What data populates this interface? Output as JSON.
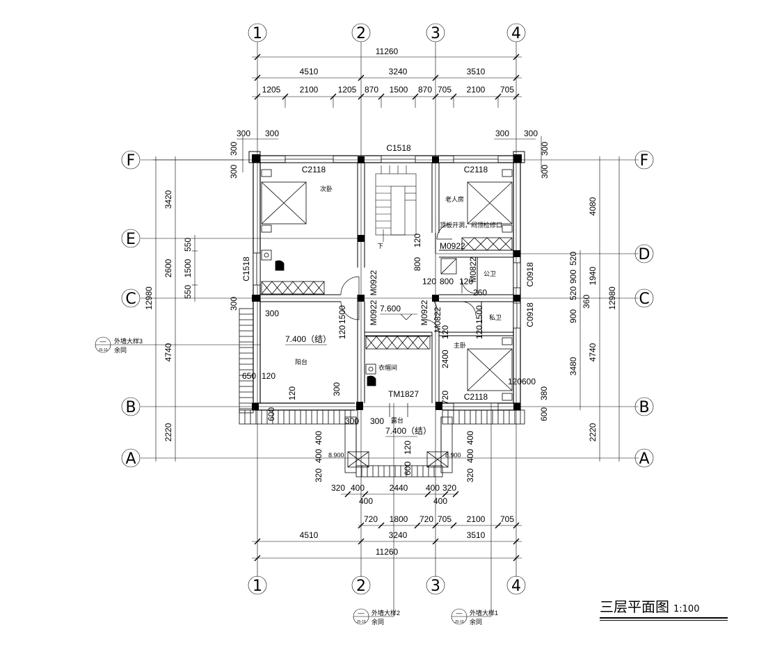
{
  "drawing": {
    "title": "三层平面图",
    "scale": "1:100",
    "axes_vertical": [
      "1",
      "2",
      "3",
      "4"
    ],
    "axes_horizontal": [
      "F",
      "E",
      "D",
      "C",
      "B",
      "A"
    ]
  },
  "dimensions": {
    "top_total": "11260",
    "top_bays": [
      "4510",
      "3240",
      "3510"
    ],
    "top_detail": [
      "1205",
      "2100",
      "1205",
      "870",
      "1500",
      "870",
      "705",
      "2100",
      "705"
    ],
    "corner_300": "300",
    "bottom_detail_a": [
      "320",
      "400",
      "2440",
      "400",
      "320"
    ],
    "bottom_400": "400",
    "bottom_detail_b": [
      "720",
      "1800",
      "720",
      "705",
      "2100",
      "705"
    ],
    "bottom_bays": [
      "4510",
      "3240",
      "3510"
    ],
    "bottom_total": "11260",
    "left_outer": "12980",
    "left_segments": [
      "3420",
      "2600",
      "4740",
      "2220"
    ],
    "left_inner": [
      "550",
      "1500",
      "550"
    ],
    "right_outer": "12980",
    "right_segments": [
      "4080",
      "1940",
      "360",
      "4740",
      "2220"
    ],
    "right_inner": [
      "520",
      "900",
      "520",
      "900",
      "3480",
      "380",
      "600"
    ],
    "misc": [
      "120",
      "800",
      "800",
      "120",
      "120",
      "1500",
      "120",
      "1500",
      "120",
      "2400",
      "120",
      "600",
      "720",
      "650",
      "120",
      "600",
      "120",
      "300",
      "300",
      "300",
      "300",
      "300",
      "120",
      "120",
      "600",
      "8.900",
      "8.900",
      "400",
      "400",
      "400",
      "400",
      "320",
      "320",
      "260"
    ]
  },
  "rooms": {
    "bedroom2": "次卧",
    "elder_room": "老人房",
    "public_wc": "公卫",
    "private_wc": "私卫",
    "master_bedroom": "主卧",
    "closet": "衣帽间",
    "balcony": "阳台",
    "terrace": "露台",
    "down": "下",
    "slab_note": "顶板开洞，闷顶检修口"
  },
  "openings": {
    "c1518_top": "C1518",
    "c2118_tl": "C2118",
    "c2118_tr": "C2118",
    "c1518_left": "C1518",
    "m0922_a": "M0922",
    "m0922_b": "M0922",
    "m0922_c": "M0922",
    "m0922_d": "M0922",
    "m0822_a": "M0822",
    "m0822_b": "M0822",
    "c0918_a": "C0918",
    "c0918_b": "C0918",
    "tm1827": "TM1827",
    "c2118_bottom": "C2118"
  },
  "levels": {
    "floor": "7.600",
    "balcony": "7.400（结）",
    "terrace": "7.400（结）"
  },
  "callouts": {
    "left": {
      "top": "—",
      "bottom": "JS-10",
      "label": "外墙大样3",
      "sub": "余同"
    },
    "bottom_a": {
      "top": "—",
      "bottom": "JS-10",
      "label": "外墙大样2",
      "sub": "余同"
    },
    "bottom_b": {
      "top": "—",
      "bottom": "JS-10",
      "label": "外墙大样1",
      "sub": "余同"
    }
  }
}
